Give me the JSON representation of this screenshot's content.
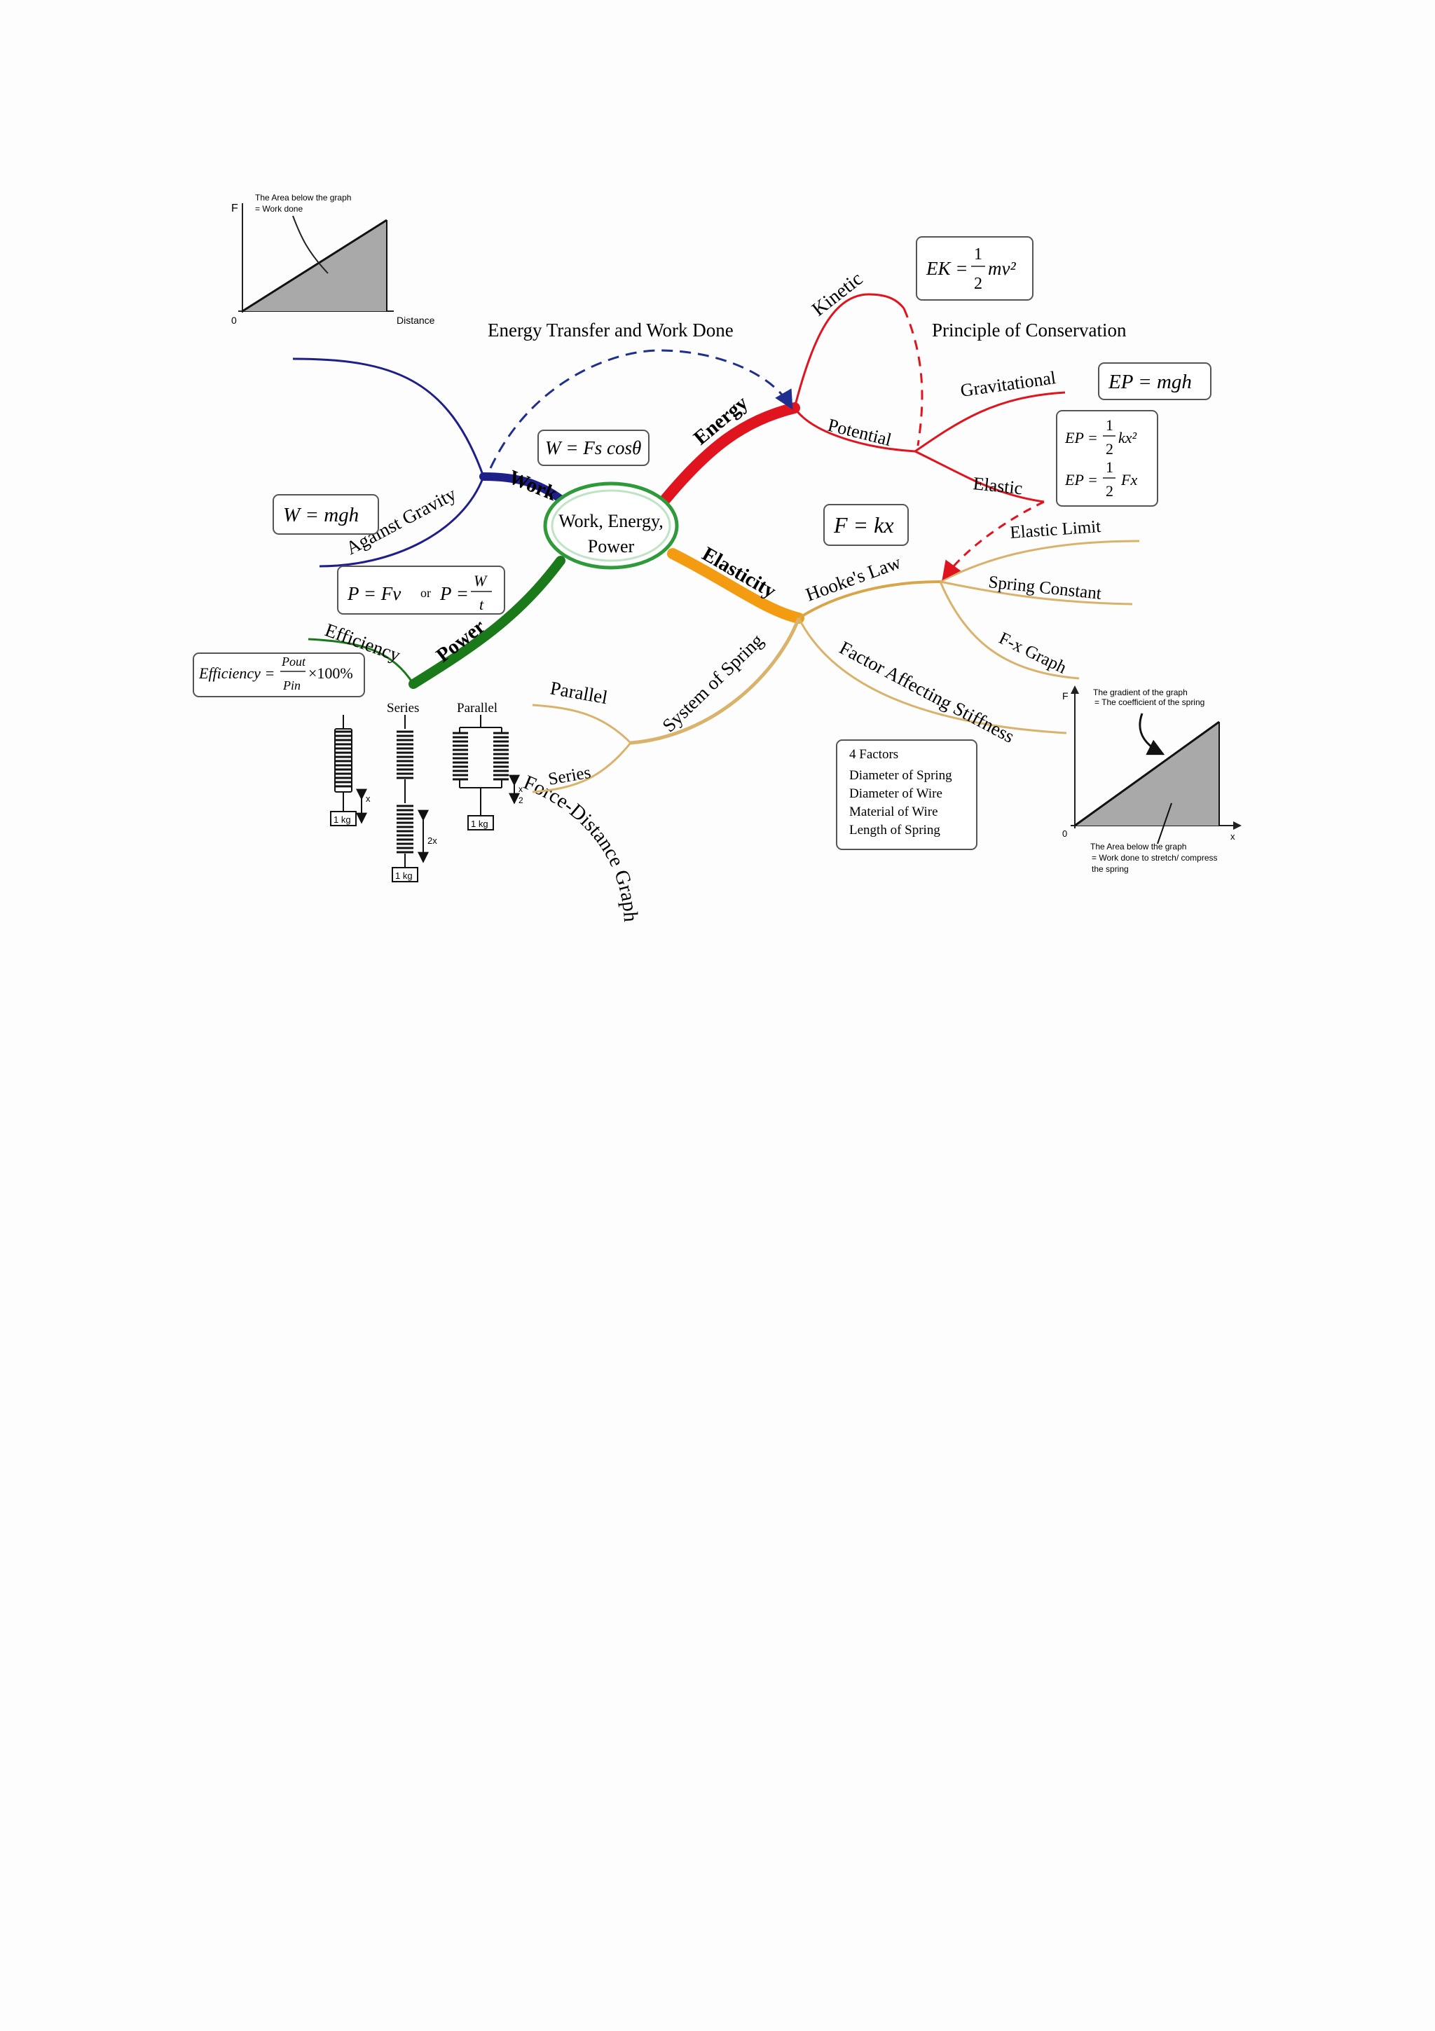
{
  "center": {
    "line1": "Work, Energy,",
    "line2": "Power"
  },
  "branches": {
    "work": "Work",
    "energy": "Energy",
    "elasticity": "Elasticity",
    "power": "Power"
  },
  "labels": {
    "force_distance_graph": "Force-Distance Graph",
    "against_gravity": "Against Gravity",
    "energy_transfer": "Energy Transfer and Work Done",
    "kinetic": "Kinetic",
    "potential": "Potential",
    "principle_conservation": "Principle of Conservation",
    "gravitational": "Gravitational",
    "elastic": "Elastic",
    "hookes_law": "Hooke's Law",
    "elastic_limit": "Elastic Limit",
    "spring_constant": "Spring Constant",
    "fx_graph": "F-x Graph",
    "factor_stiffness": "Factor Affecting Stiffness",
    "system_of_spring": "System of Spring",
    "parallel": "Parallel",
    "series": "Series",
    "efficiency": "Efficiency"
  },
  "formulas": {
    "work_def": "W = Fs cosθ",
    "work_mgh": "W = mgh",
    "power_a": "P = Fv",
    "power_or": "or",
    "power_b_lhs": "P =",
    "power_b_num": "W",
    "power_b_den": "t",
    "efficiency_lhs": "Efficiency =",
    "efficiency_num": "Pout",
    "efficiency_den": "Pin",
    "efficiency_tail": "×100%",
    "kinetic_lhs": "EK =",
    "kinetic_frac_num": "1",
    "kinetic_frac_den": "2",
    "kinetic_tail": "mv²",
    "grav_pe": "EP = mgh",
    "elastic_lhs1": "EP =",
    "elastic_tail1": "kx²",
    "elastic_lhs2": "EP =",
    "elastic_tail2": "Fx",
    "half_num": "1",
    "half_den": "2",
    "hooke": "F = kx"
  },
  "graph1": {
    "y_label": "F",
    "x_label": "Distance",
    "origin": "0",
    "note1": "The Area below the graph",
    "note2": "= Work done"
  },
  "graph2": {
    "y_label": "F",
    "x_label": "x",
    "origin": "0",
    "top_note1": "The gradient of the graph",
    "top_note2": "= The coefficient of the spring",
    "bottom_note1": "The Area below the graph",
    "bottom_note2": "= Work done to stretch/ compress",
    "bottom_note3": "the spring"
  },
  "springs": {
    "series_title": "Series",
    "parallel_title": "Parallel",
    "mass": "1 kg",
    "ext_single": "x",
    "ext_series": "2x",
    "ext_parallel_num": "x",
    "ext_parallel_den": "2"
  },
  "factors": {
    "title": "4 Factors",
    "items": [
      "Diameter of Spring",
      "Diameter of Wire",
      "Material of Wire",
      "Length of Spring"
    ]
  },
  "colors": {
    "work": "#1f1f8a",
    "energy": "#e0141e",
    "elasticity": "#f39c12",
    "elasticity_light": "#d9b36c",
    "power": "#1a7a1a",
    "center_stroke": "#2e9a3a",
    "dashed_blue": "#1f2f8f",
    "dashed_red": "#e0141e"
  }
}
